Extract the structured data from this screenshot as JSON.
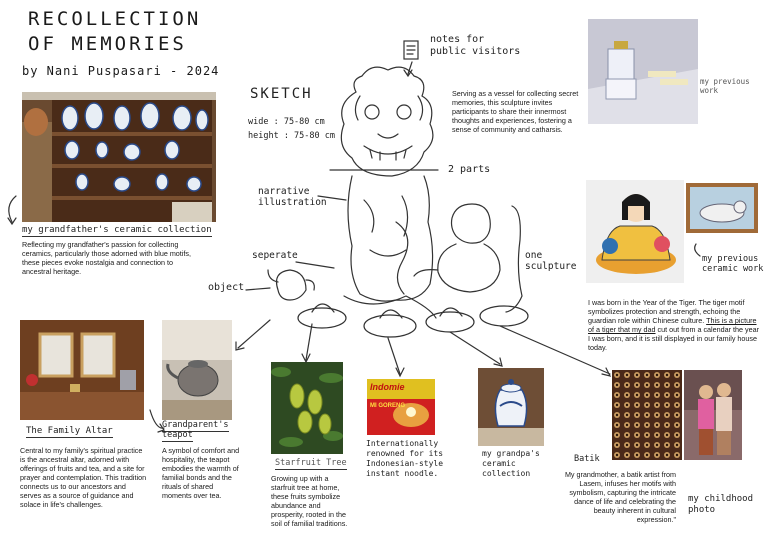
{
  "title": {
    "line1": "RECOLLECTION",
    "line2": "OF MEMORIES",
    "byline": "by Nani Puspasari - 2024"
  },
  "sketch": {
    "label": "SKETCH",
    "wide": "wide : 75-80 cm",
    "height": "height : 75-80 cm",
    "two_parts": "2 parts",
    "narrative": "narrative illustration",
    "seperate": "seperate",
    "object": "object",
    "one_sculpture": "one sculpture",
    "notes": "notes for public visitors"
  },
  "notes_text": "Serving as a vessel for collecting secret memories, this sculpture invites participants to share their innermost thoughts and experiences, fostering a sense of community and catharsis.",
  "previous_work_1": "my previous work",
  "previous_work_2": "my previous ceramic work",
  "tiger_text_a": "I was born in the Year of the Tiger. The tiger motif symbolizes protection and strength, echoing the guardian role within Chinese culture. ",
  "tiger_text_b": "This is a picture of a tiger that my dad",
  "tiger_text_c": " cut out from a calendar the year I was born, and it is still displayed in our family house today.",
  "ceramic_collection": {
    "label": "my grandfather's ceramic collection",
    "text": "Reflecting my grandfather's passion for collecting ceramics, particularly those adorned with blue motifs, these pieces evoke nostalgia and connection to ancestral heritage."
  },
  "family_altar": {
    "label": "The Family Altar",
    "text": "Central to my family's spiritual practice is the ancestral altar, adorned with offerings of fruits and tea, and a site for prayer and contemplation. This tradition connects us to our ancestors and serves as a source of guidance and solace in life's challenges."
  },
  "teapot": {
    "label": "Grandparent's teapot",
    "text": "A symbol of comfort and hospitality, the teapot embodies the warmth of familial bonds and the rituals of shared moments over tea."
  },
  "starfruit": {
    "label": "Starfruit Tree",
    "text": "Growing up with a starfruit tree at home, these fruits symbolize abundance and prosperity, rooted in the soil of familial traditions."
  },
  "noodle": {
    "label": "Internationally renowned for its Indonesian-style instant noodle.",
    "brand": "Indomie",
    "flavor": "MI GORENG"
  },
  "grandpa_ceramic": {
    "label": "my grandpa's ceramic collection"
  },
  "batik": {
    "label": "Batik",
    "text": "My grandmother, a batik artist from Lasem, infuses her motifs with symbolism, capturing the intricate dance of life and celebrating the beauty inherent in cultural expression.\""
  },
  "childhood": {
    "label": "my childhood photo"
  }
}
